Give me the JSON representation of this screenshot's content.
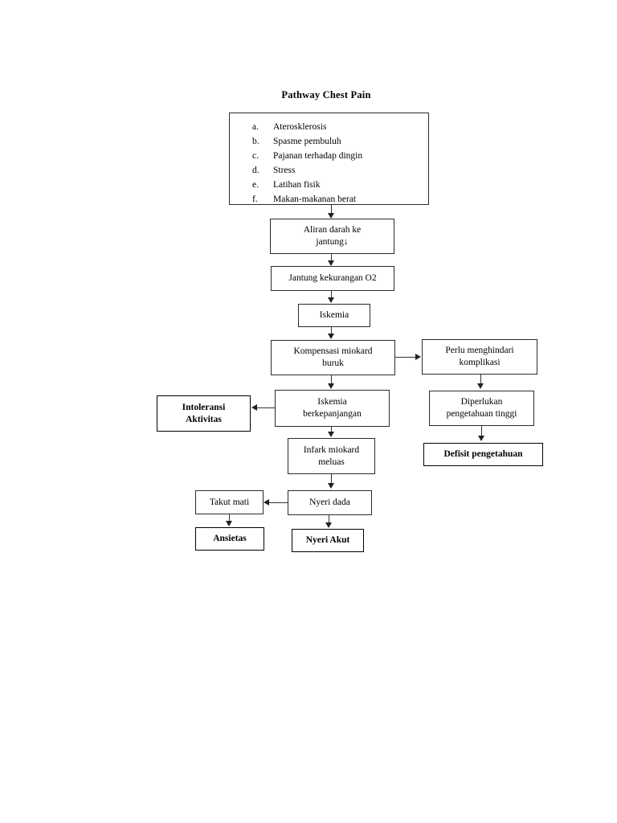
{
  "page": {
    "title": "Pathway Chest Pain",
    "background_color": "#ffffff",
    "text_color": "#000000",
    "box_border_color": "#2b2b2b",
    "connector_color": "#333333"
  },
  "etiology_box": {
    "name": "etiology-list",
    "items": [
      {
        "marker": "a.",
        "text": "Aterosklerosis"
      },
      {
        "marker": "b.",
        "text": "Spasme pembuluh"
      },
      {
        "marker": "c.",
        "text": "Pajanan terhadap dingin"
      },
      {
        "marker": "d.",
        "text": "Stress"
      },
      {
        "marker": "e.",
        "text": "Latihan fisik"
      },
      {
        "marker": "f.",
        "text": "Makan-makanan berat"
      }
    ]
  },
  "nodes": {
    "aliran_darah": "Aliran darah ke\njantung↓",
    "jantung_kekurangan_o2": "Jantung kekurangan O2",
    "iskemia": "Iskemia",
    "kompensasi_miokard": "Kompensasi miokard\nburuk",
    "perlu_menghindari": "Perlu menghindari\nkomplikasi",
    "iskemia_berkepanjangan": "Iskemia\nberkepanjangan",
    "diperlukan_pengetahuan": "Diperlukan\npengetahuan tinggi",
    "intoleransi_aktivitas": "Intoleransi\nAktivitas",
    "infark_miokard": "Infark miokard\nmeluas",
    "defisit_pengetahuan": "Defisit pengetahuan",
    "takut_mati": "Takut mati",
    "nyeri_dada": "Nyeri dada",
    "ansietas": "Ansietas",
    "nyeri_akut": "Nyeri Akut"
  }
}
